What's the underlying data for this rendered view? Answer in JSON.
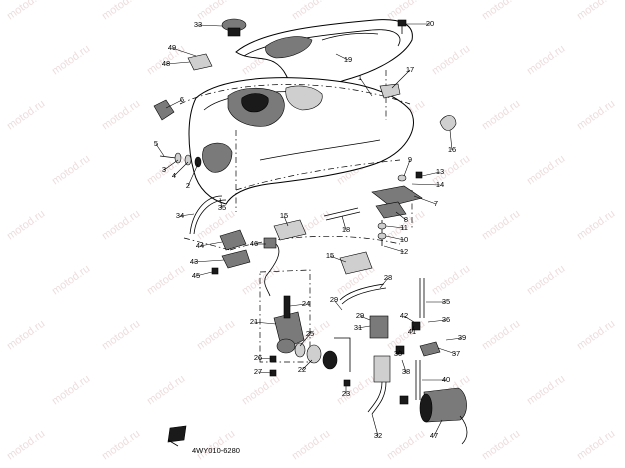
{
  "diagram": {
    "code": "4WY010-6280",
    "watermark": "motod.ru",
    "labels": [
      "1",
      "2",
      "3",
      "4",
      "5",
      "6",
      "7",
      "8",
      "9",
      "10",
      "11",
      "12",
      "13",
      "14",
      "15",
      "15",
      "16",
      "17",
      "18",
      "19",
      "20",
      "21",
      "22",
      "23",
      "24",
      "25",
      "26",
      "27",
      "28",
      "29",
      "29",
      "30",
      "31",
      "32",
      "33",
      "34",
      "35",
      "35",
      "36",
      "37",
      "38",
      "39",
      "40",
      "41",
      "42",
      "43",
      "44",
      "45",
      "46",
      "47",
      "48",
      "49"
    ]
  }
}
